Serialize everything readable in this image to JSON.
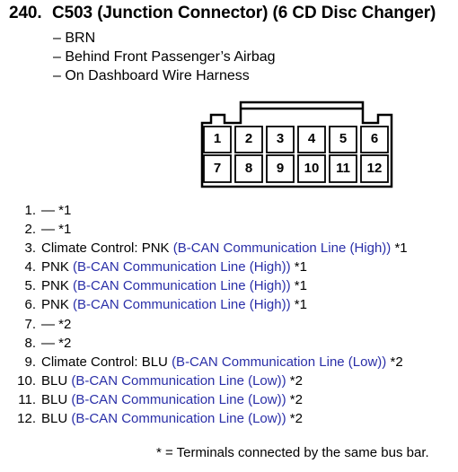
{
  "heading": {
    "number": "240.",
    "title": "C503 (Junction Connector) (6 CD Disc Changer)"
  },
  "details": [
    "– BRN",
    "– Behind Front Passenger’s Airbag",
    "– On Dashboard Wire Harness"
  ],
  "connector": {
    "top_row": [
      "1",
      "2",
      "3",
      "4",
      "5",
      "6"
    ],
    "bottom_row": [
      "7",
      "8",
      "9",
      "10",
      "11",
      "12"
    ]
  },
  "pins": [
    {
      "num": "1.",
      "prefix": "—",
      "signal": "",
      "suffix": "*1"
    },
    {
      "num": "2.",
      "prefix": "—",
      "signal": "",
      "suffix": "*1"
    },
    {
      "num": "3.",
      "prefix": "Climate Control: PNK",
      "signal": "(B-CAN Communication Line (High))",
      "suffix": "*1"
    },
    {
      "num": "4.",
      "prefix": "PNK",
      "signal": "(B-CAN Communication Line (High))",
      "suffix": "*1"
    },
    {
      "num": "5.",
      "prefix": "PNK",
      "signal": "(B-CAN Communication Line (High))",
      "suffix": "*1"
    },
    {
      "num": "6.",
      "prefix": "PNK",
      "signal": "(B-CAN Communication Line (High))",
      "suffix": "*1"
    },
    {
      "num": "7.",
      "prefix": "—",
      "signal": "",
      "suffix": "*2"
    },
    {
      "num": "8.",
      "prefix": "—",
      "signal": "",
      "suffix": "*2"
    },
    {
      "num": "9.",
      "prefix": "Climate Control: BLU",
      "signal": "(B-CAN Communication Line (Low))",
      "suffix": "*2"
    },
    {
      "num": "10.",
      "prefix": "BLU",
      "signal": "(B-CAN Communication Line (Low))",
      "suffix": "*2"
    },
    {
      "num": "11.",
      "prefix": "BLU",
      "signal": "(B-CAN Communication Line (Low))",
      "suffix": "*2"
    },
    {
      "num": "12.",
      "prefix": "BLU",
      "signal": "(B-CAN Communication Line (Low))",
      "suffix": "*2"
    }
  ],
  "footnote": "* = Terminals connected by the same bus bar.",
  "colors": {
    "signal_text": "#2a2fa8",
    "text": "#000000"
  }
}
